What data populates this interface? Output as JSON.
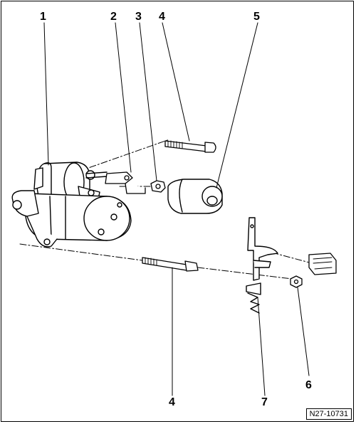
{
  "diagram": {
    "callouts": [
      {
        "id": "c1",
        "label": "1",
        "part": "starter-motor"
      },
      {
        "id": "c2",
        "label": "2",
        "part": "terminal-connection"
      },
      {
        "id": "c3",
        "label": "3",
        "part": "hex-nut"
      },
      {
        "id": "c4-top",
        "label": "4",
        "part": "bolt-upper"
      },
      {
        "id": "c5",
        "label": "5",
        "part": "protective-cap"
      },
      {
        "id": "c4-bottom",
        "label": "4",
        "part": "bolt-lower"
      },
      {
        "id": "c7",
        "label": "7",
        "part": "bracket"
      },
      {
        "id": "c6",
        "label": "6",
        "part": "nut"
      }
    ],
    "figure_id": "N27-10731"
  },
  "colors": {
    "line": "#000000",
    "background": "#ffffff"
  }
}
